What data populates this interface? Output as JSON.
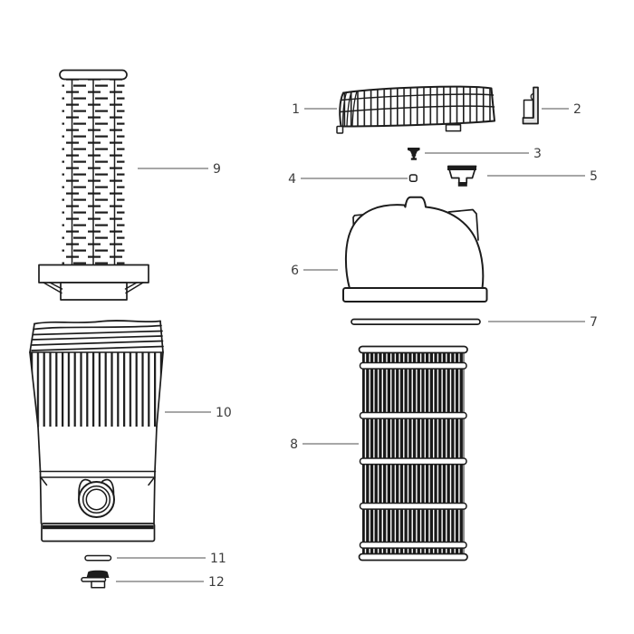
{
  "diagram": {
    "colors": {
      "bg": "#ffffff",
      "outline": "#1c1c1c",
      "leader": "#8a8a8a",
      "label": "#3d3d3d"
    },
    "callouts": [
      {
        "label": "1"
      },
      {
        "label": "2"
      },
      {
        "label": "3"
      },
      {
        "label": "4"
      },
      {
        "label": "5"
      },
      {
        "label": "6"
      },
      {
        "label": "7"
      },
      {
        "label": "8"
      },
      {
        "label": "9"
      },
      {
        "label": "10"
      },
      {
        "label": "11"
      },
      {
        "label": "12"
      }
    ]
  }
}
